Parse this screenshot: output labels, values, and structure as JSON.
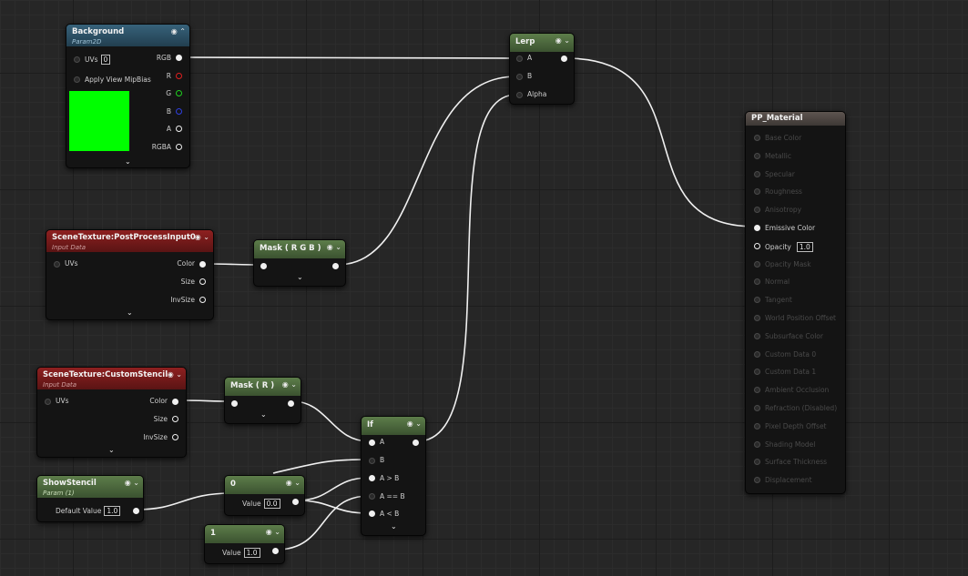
{
  "colors": {
    "background_swatch": "#00ff00",
    "wire": "#f0f0f0"
  },
  "icons": {
    "preview": "preview-toggle-icon",
    "collapse": "collapse-arrow-icon",
    "expand": "expand-chevron-icon"
  },
  "nodes": {
    "background": {
      "title": "Background",
      "subtitle": "Param2D",
      "uvs_label": "UVs",
      "uvs_value": "0",
      "apply_label": "Apply View MipBias",
      "outputs": [
        "RGB",
        "R",
        "G",
        "B",
        "A",
        "RGBA"
      ]
    },
    "scene_pp": {
      "title": "SceneTexture:PostProcessInput0",
      "subtitle": "Input Data",
      "uvs_label": "UVs",
      "outputs": [
        "Color",
        "Size",
        "InvSize"
      ]
    },
    "scene_stencil": {
      "title": "SceneTexture:CustomStencil",
      "subtitle": "Input Data",
      "uvs_label": "UVs",
      "outputs": [
        "Color",
        "Size",
        "InvSize"
      ]
    },
    "show_stencil": {
      "title": "ShowStencil",
      "subtitle": "Param (1)",
      "default_label": "Default Value",
      "default_value": "1.0"
    },
    "mask_rgb": {
      "title": "Mask ( R G B )"
    },
    "mask_r": {
      "title": "Mask ( R )"
    },
    "const0": {
      "title": "0",
      "value_label": "Value",
      "value": "0.0"
    },
    "const1": {
      "title": "1",
      "value_label": "Value",
      "value": "1.0"
    },
    "if_node": {
      "title": "If",
      "inputs": [
        "A",
        "B",
        "A > B",
        "A == B",
        "A < B"
      ]
    },
    "lerp": {
      "title": "Lerp",
      "inputs": [
        "A",
        "B",
        "Alpha"
      ]
    },
    "pp_material": {
      "title": "PP_Material",
      "opacity_value": "1.0",
      "inputs": [
        "Base Color",
        "Metallic",
        "Specular",
        "Roughness",
        "Anisotropy",
        "Emissive Color",
        "Opacity",
        "Opacity Mask",
        "Normal",
        "Tangent",
        "World Position Offset",
        "Subsurface Color",
        "Custom Data 0",
        "Custom Data 1",
        "Ambient Occlusion",
        "Refraction (Disabled)",
        "Pixel Depth Offset",
        "Shading Model",
        "Surface Thickness",
        "Displacement"
      ]
    }
  }
}
